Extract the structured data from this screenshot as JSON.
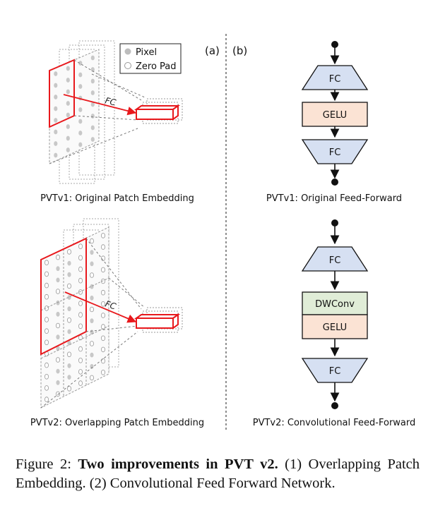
{
  "legend": {
    "pixel": "Pixel",
    "zero_pad": "Zero Pad"
  },
  "panel_labels": {
    "a": "(a)",
    "b": "(b)"
  },
  "patch_embedding": {
    "fc_label": "FC",
    "v1_caption": "PVTv1: Original Patch Embedding",
    "v2_caption": "PVTv2: Overlapping Patch Embedding"
  },
  "feed_forward": {
    "v1": {
      "blocks": [
        "FC",
        "GELU",
        "FC"
      ],
      "caption": "PVTv1: Original Feed-Forward"
    },
    "v2": {
      "blocks": [
        "FC",
        "DWConv",
        "GELU",
        "FC"
      ],
      "caption": "PVTv2: Convolutional Feed-Forward"
    }
  },
  "colors": {
    "fc_fill": "#d6e0f2",
    "gelu_fill": "#fbe3d4",
    "dwconv_fill": "#e0edd7",
    "highlight": "#e8181c",
    "grid": "#9a9a9a",
    "pixel_dot": "#c8c8c8"
  },
  "caption": {
    "prefix": "Figure 2: ",
    "bold": "Two improvements in PVT v2.",
    "rest": " (1) Overlapping Patch Embedding.  (2) Convolutional Feed Forward Network."
  }
}
